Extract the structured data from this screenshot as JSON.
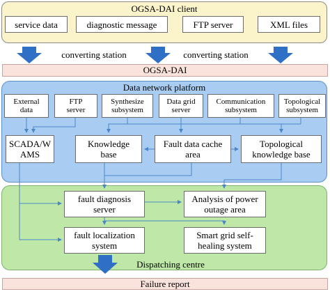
{
  "client": {
    "title": "OGSA-DAI client",
    "items": [
      "service data",
      "diagnostic message",
      "FTP server",
      "XML files"
    ]
  },
  "converting": [
    "converting station",
    "converting station"
  ],
  "ogsa_dai": "OGSA-DAI",
  "platform": {
    "title": "Data network platform",
    "sources": [
      "External\ndata",
      "FTP\nserver",
      "Synthesize\nsubsystem",
      "Data grid\nserver",
      "Communication\nsubsystem",
      "Topological\nsubsystem"
    ],
    "scada": "SCADA/W\nAMS",
    "knowledge": "Knowledge\nbase",
    "cache": "Fault data cache\narea",
    "topo_kb": "Topological\nknowledge base"
  },
  "dispatch": {
    "title": "Dispatching centre",
    "diagnosis": "fault diagnosis\nserver",
    "outage": "Analysis of power\noutage area",
    "localization": "fault localization\nsystem",
    "healing": "Smart grid self-\nhealing system"
  },
  "failure": "Failure report",
  "colors": {
    "client_bg": "#fbf3c9",
    "platform_bg": "#a9cdf2",
    "dispatch_bg": "#bfe8a8",
    "band_bg": "#fbe3dd",
    "arrow_blue": "#2f6fc5",
    "line_blue": "#4a86c8"
  }
}
